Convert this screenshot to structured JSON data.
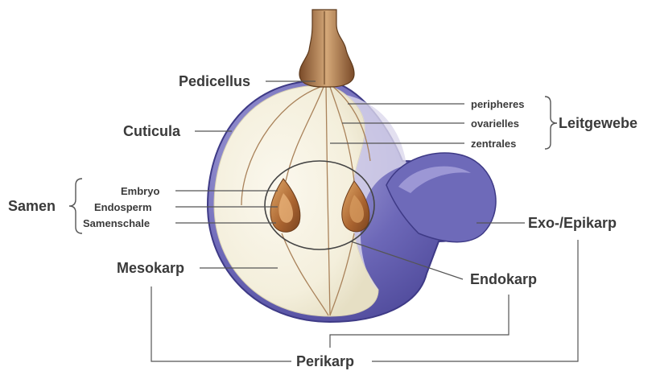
{
  "labels": {
    "pedicellus": "Pedicellus",
    "cuticula": "Cuticula",
    "peripheres": "peripheres",
    "ovarielles": "ovarielles",
    "zentrales": "zentrales",
    "leitgewebe": "Leitgewebe",
    "samen": "Samen",
    "embryo": "Embryo",
    "endosperm": "Endosperm",
    "samenschale": "Samenschale",
    "exo_epikarp": "Exo-/Epikarp",
    "mesokarp": "Mesokarp",
    "endokarp": "Endokarp",
    "perikarp": "Perikarp"
  },
  "colors": {
    "skin": "#5a55a8",
    "skin_light": "#8e8ad0",
    "flesh": "#f7f3e6",
    "flesh_shade": "#e9e3cc",
    "seed": "#9a5a2c",
    "seed_light": "#d79c5c",
    "stem": "#8a5a34",
    "stem_light": "#c69a6a",
    "label_text": "#3a3a3a",
    "leader_line": "#555555"
  }
}
